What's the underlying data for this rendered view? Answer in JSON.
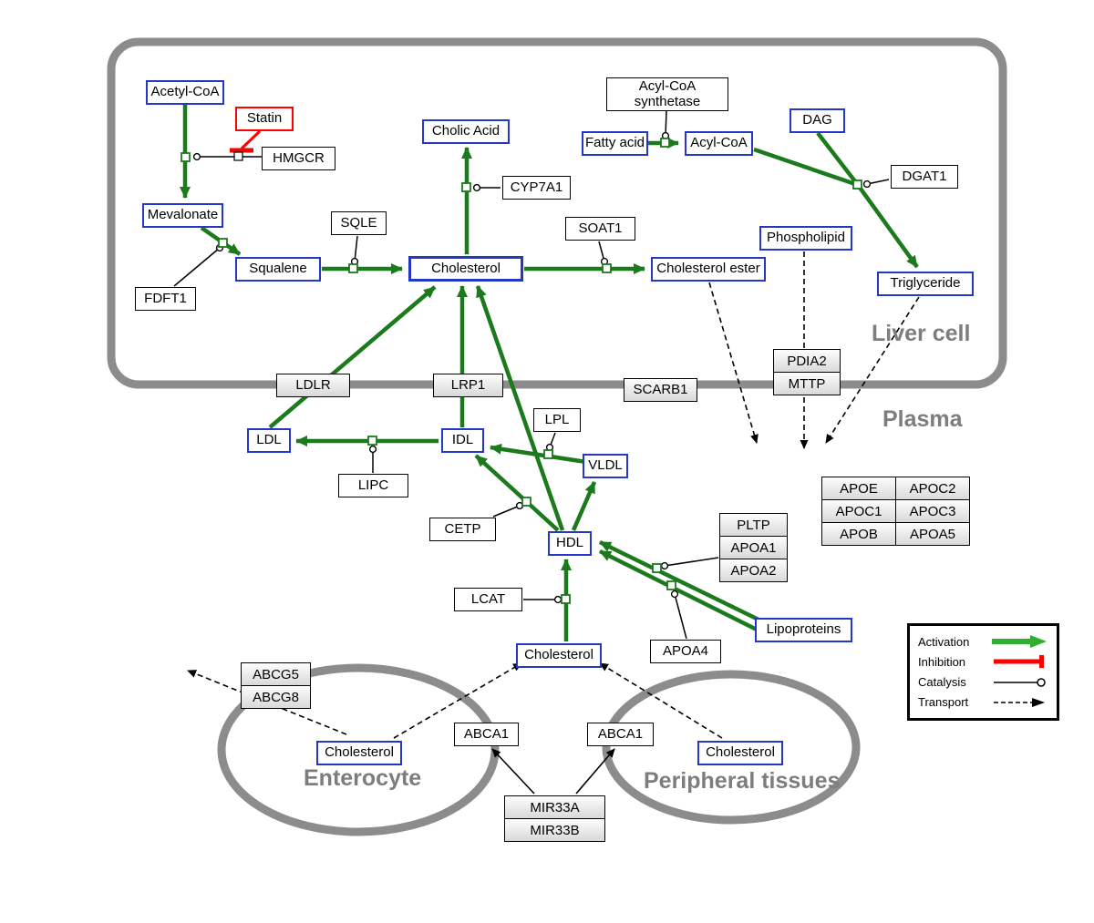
{
  "regions": {
    "liver": "Liver cell",
    "plasma": "Plasma",
    "enterocyte": "Enterocyte",
    "peripheral": "Peripheral tissues"
  },
  "nodes": {
    "acetyl_coa": "Acetyl-CoA",
    "statin": "Statin",
    "hmgcr": "HMGCR",
    "mevalonate": "Mevalonate",
    "fdft1": "FDFT1",
    "squalene": "Squalene",
    "sqle": "SQLE",
    "cholesterol": "Cholesterol",
    "cholic_acid": "Cholic Acid",
    "cyp7a1": "CYP7A1",
    "soat1": "SOAT1",
    "cholesterol_ester": "Cholesterol ester",
    "fatty_acid": "Fatty acid",
    "acs_line1": "Acyl-CoA",
    "acs_line2": "synthetase",
    "acyl_coa": "Acyl-CoA",
    "dag": "DAG",
    "dgat1": "DGAT1",
    "phospholipid": "Phospholipid",
    "triglyceride": "Triglyceride",
    "ldlr": "LDLR",
    "lrp1": "LRP1",
    "scarb1": "SCARB1",
    "pdia2": "PDIA2",
    "mttp": "MTTP",
    "ldl": "LDL",
    "idl": "IDL",
    "lipc": "LIPC",
    "lpl": "LPL",
    "vldl": "VLDL",
    "cetp": "CETP",
    "hdl": "HDL",
    "lcat": "LCAT",
    "pltp": "PLTP",
    "apoa1": "APOA1",
    "apoa2": "APOA2",
    "apoa4": "APOA4",
    "lipoproteins": "Lipoproteins",
    "abcg5": "ABCG5",
    "abcg8": "ABCG8",
    "abca1": "ABCA1",
    "mir33a": "MIR33A",
    "mir33b": "MIR33B"
  },
  "apo_table": [
    [
      "APOE",
      "APOC2"
    ],
    [
      "APOC1",
      "APOC3"
    ],
    [
      "APOB",
      "APOA5"
    ]
  ],
  "legend": {
    "activation": "Activation",
    "inhibition": "Inhibition",
    "catalysis": "Catalysis",
    "transport": "Transport"
  },
  "colors": {
    "metabolite_border": "#2438c8",
    "activation_green": "#1b7a1b",
    "legend_green": "#2fae2f",
    "inhibition_red": "#ff0000",
    "membrane_gray": "#8c8c8c",
    "label_gray": "#7d7d7d"
  }
}
